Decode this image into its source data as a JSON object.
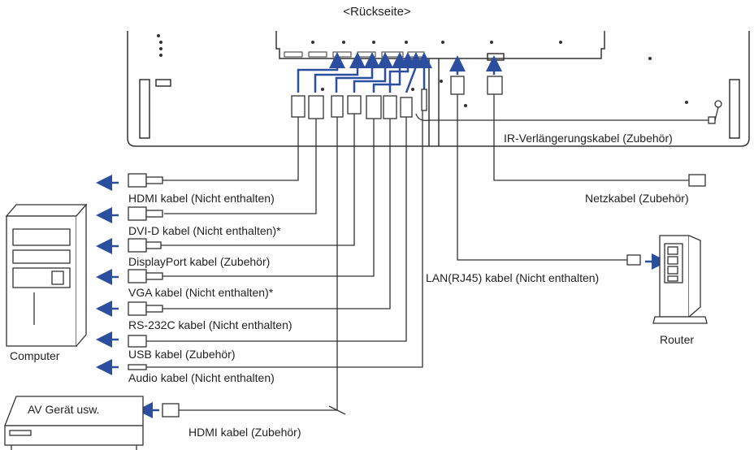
{
  "title": "<Rückseite>",
  "labels": {
    "ir_cable": "IR-Verlängerungskabel (Zubehör)",
    "power_cable": "Netzkabel (Zubehör)",
    "hdmi_pc": "HDMI kabel (Nicht enthalten)",
    "dvi": "DVI-D kabel (Nicht enthalten)*",
    "displayport": "DisplayPort kabel (Zubehör)",
    "vga": "VGA kabel (Nicht enthalten)*",
    "rs232c": "RS-232C kabel (Nicht enthalten)",
    "usb": "USB kabel (Zubehör)",
    "audio": "Audio kabel (Nicht enthalten)",
    "hdmi_av": "HDMI kabel (Zubehör)",
    "lan": "LAN(RJ45) kabel (Nicht enthalten)",
    "computer": "Computer",
    "router": "Router",
    "av_device": "AV Gerät usw."
  },
  "colors": {
    "arrow": "#2b4f9e",
    "line": "#333333"
  }
}
